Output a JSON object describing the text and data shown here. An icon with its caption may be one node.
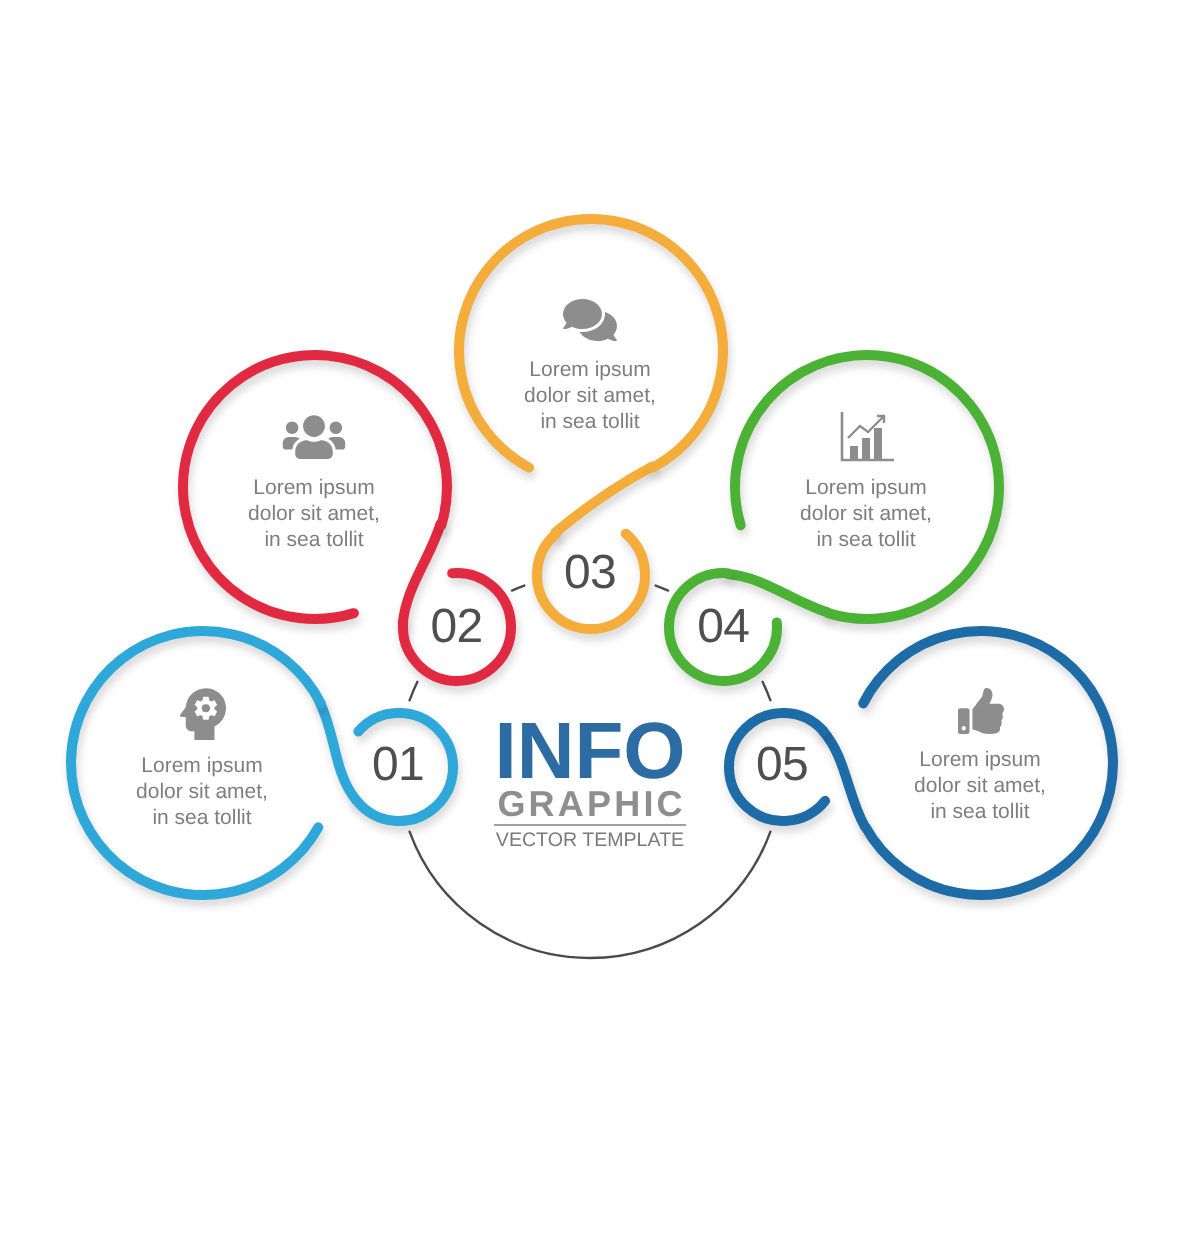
{
  "diagram": {
    "nodes": [
      {
        "text": [
          "Lorem ipsum dolor sit amet, in sea tollit"
        ]
      },
      {
        "text": [
          "01"
        ]
      },
      {
        "text": [
          "Lorem ipsum dolor sit amet, in sea tollit"
        ]
      },
      {
        "text": [
          "02"
        ]
      },
      {
        "text": [
          "Lorem ipsum dolor sit amet, in sea tollit"
        ]
      },
      {
        "text": [
          "03"
        ]
      },
      {
        "text": [
          "Lorem ipsum dolor sit amet, in sea tollit"
        ]
      },
      {
        "text": [
          "04"
        ]
      },
      {
        "text": [
          "Lorem ipsum dolor sit amet, in sea tollit"
        ]
      },
      {
        "text": [
          "05"
        ]
      },
      {
        "text": [
          "INFO",
          "GRAPHIC",
          "VECTOR TEMPLATE"
        ]
      }
    ],
    "edges": [
      {
        "from": 0,
        "to": 1,
        "arrow": "none",
        "color": "#2ea7d9"
      },
      {
        "from": 2,
        "to": 3,
        "arrow": "none",
        "color": "#e12a42"
      },
      {
        "from": 4,
        "to": 5,
        "arrow": "none",
        "color": "#f4ac3b"
      },
      {
        "from": 6,
        "to": 7,
        "arrow": "none",
        "color": "#4cb236"
      },
      {
        "from": 8,
        "to": 9,
        "arrow": "none",
        "color": "#1e6ca7"
      }
    ]
  }
}
